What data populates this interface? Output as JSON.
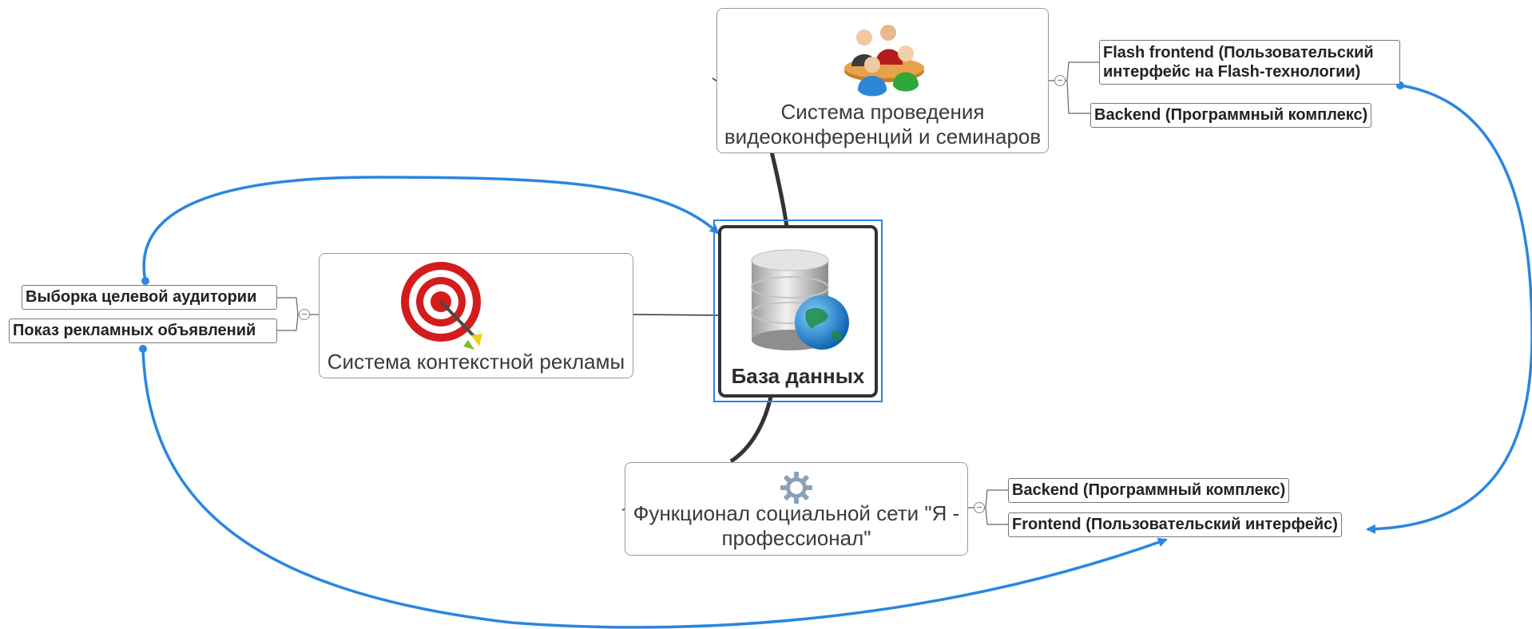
{
  "central": {
    "label": "База данных",
    "icon": "database-globe-icon"
  },
  "topics": {
    "video": {
      "line1": "Система проведения",
      "line2": "видеоконференций и семинаров",
      "icon": "people-meeting-icon"
    },
    "ads": {
      "label": "Система контекстной рекламы",
      "icon": "target-dart-icon"
    },
    "social": {
      "line1": "Функционал социальной сети \"Я -",
      "line2": "профессионал\"",
      "icon": "gear-icon"
    }
  },
  "subtopics": {
    "flash_frontend": {
      "line1": "Flash frontend (Пользовательский",
      "line2": "интерфейс на Flash-технологии)"
    },
    "video_backend": "Backend (Программный комплекс)",
    "audience": "Выборка целевой аудитории",
    "ads_show": "Показ рекламных объявлений",
    "social_backend": "Backend (Программный комплекс)",
    "social_frontend": "Frontend (Пользовательский интерфейс)"
  },
  "colors": {
    "relationship": "#2a86e0",
    "branch": "#333333",
    "border": "#9a9a9a"
  }
}
